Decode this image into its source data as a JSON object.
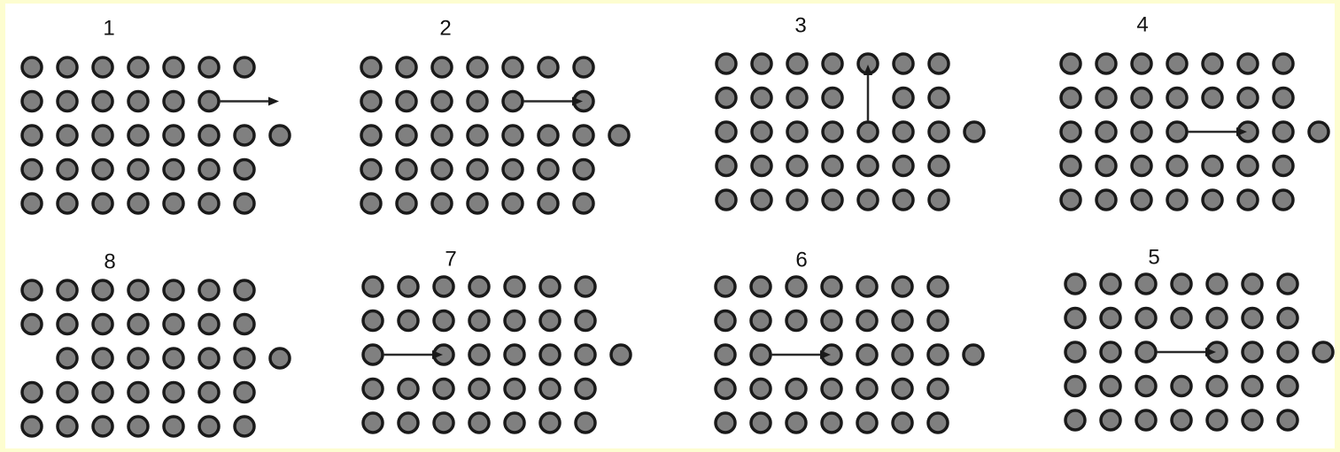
{
  "panels": [
    {
      "label": "1",
      "arrow": {
        "from": [
          1,
          5
        ],
        "to": [
          1,
          7
        ],
        "direction": "right"
      }
    },
    {
      "label": "2",
      "arrow": {
        "from": [
          1,
          4
        ],
        "to": [
          1,
          6
        ],
        "direction": "right"
      }
    },
    {
      "label": "3",
      "arrow": {
        "from": [
          2,
          4
        ],
        "to": [
          0,
          4
        ],
        "direction": "up"
      }
    },
    {
      "label": "4",
      "arrow": {
        "from": [
          2,
          3
        ],
        "to": [
          2,
          5
        ],
        "direction": "right"
      }
    },
    {
      "label": "8",
      "arrow": null
    },
    {
      "label": "7",
      "arrow": {
        "from": [
          2,
          0
        ],
        "to": [
          2,
          2
        ],
        "direction": "right"
      }
    },
    {
      "label": "6",
      "arrow": {
        "from": [
          2,
          1
        ],
        "to": [
          2,
          3
        ],
        "direction": "right"
      }
    },
    {
      "label": "5",
      "arrow": {
        "from": [
          2,
          2
        ],
        "to": [
          2,
          4
        ],
        "direction": "right"
      }
    }
  ],
  "grid": {
    "rows": 5,
    "columns": 7,
    "extra_atom_row": 2
  },
  "colors": {
    "background": "#fdfdd0",
    "atom_fill": "#808080",
    "atom_outline": "#1a1a1a",
    "arrow": "#1a1a1a"
  }
}
